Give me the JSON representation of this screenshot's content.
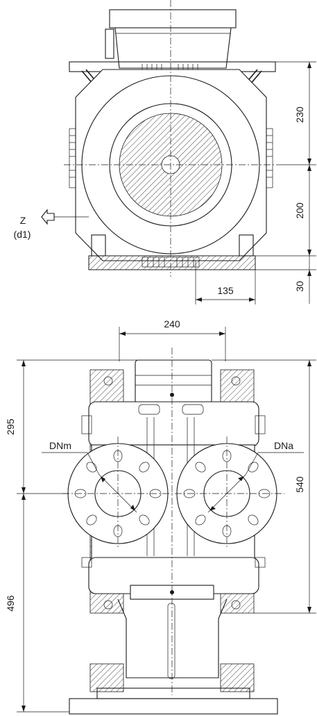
{
  "dimensions": {
    "d230": "230",
    "d200": "200",
    "d135": "135",
    "d30": "30",
    "d240": "240",
    "d295": "295",
    "d540": "540",
    "d496": "496"
  },
  "labels": {
    "z": "Z",
    "d1": "(d1)",
    "dnm": "DNm",
    "dna": "DNa"
  }
}
